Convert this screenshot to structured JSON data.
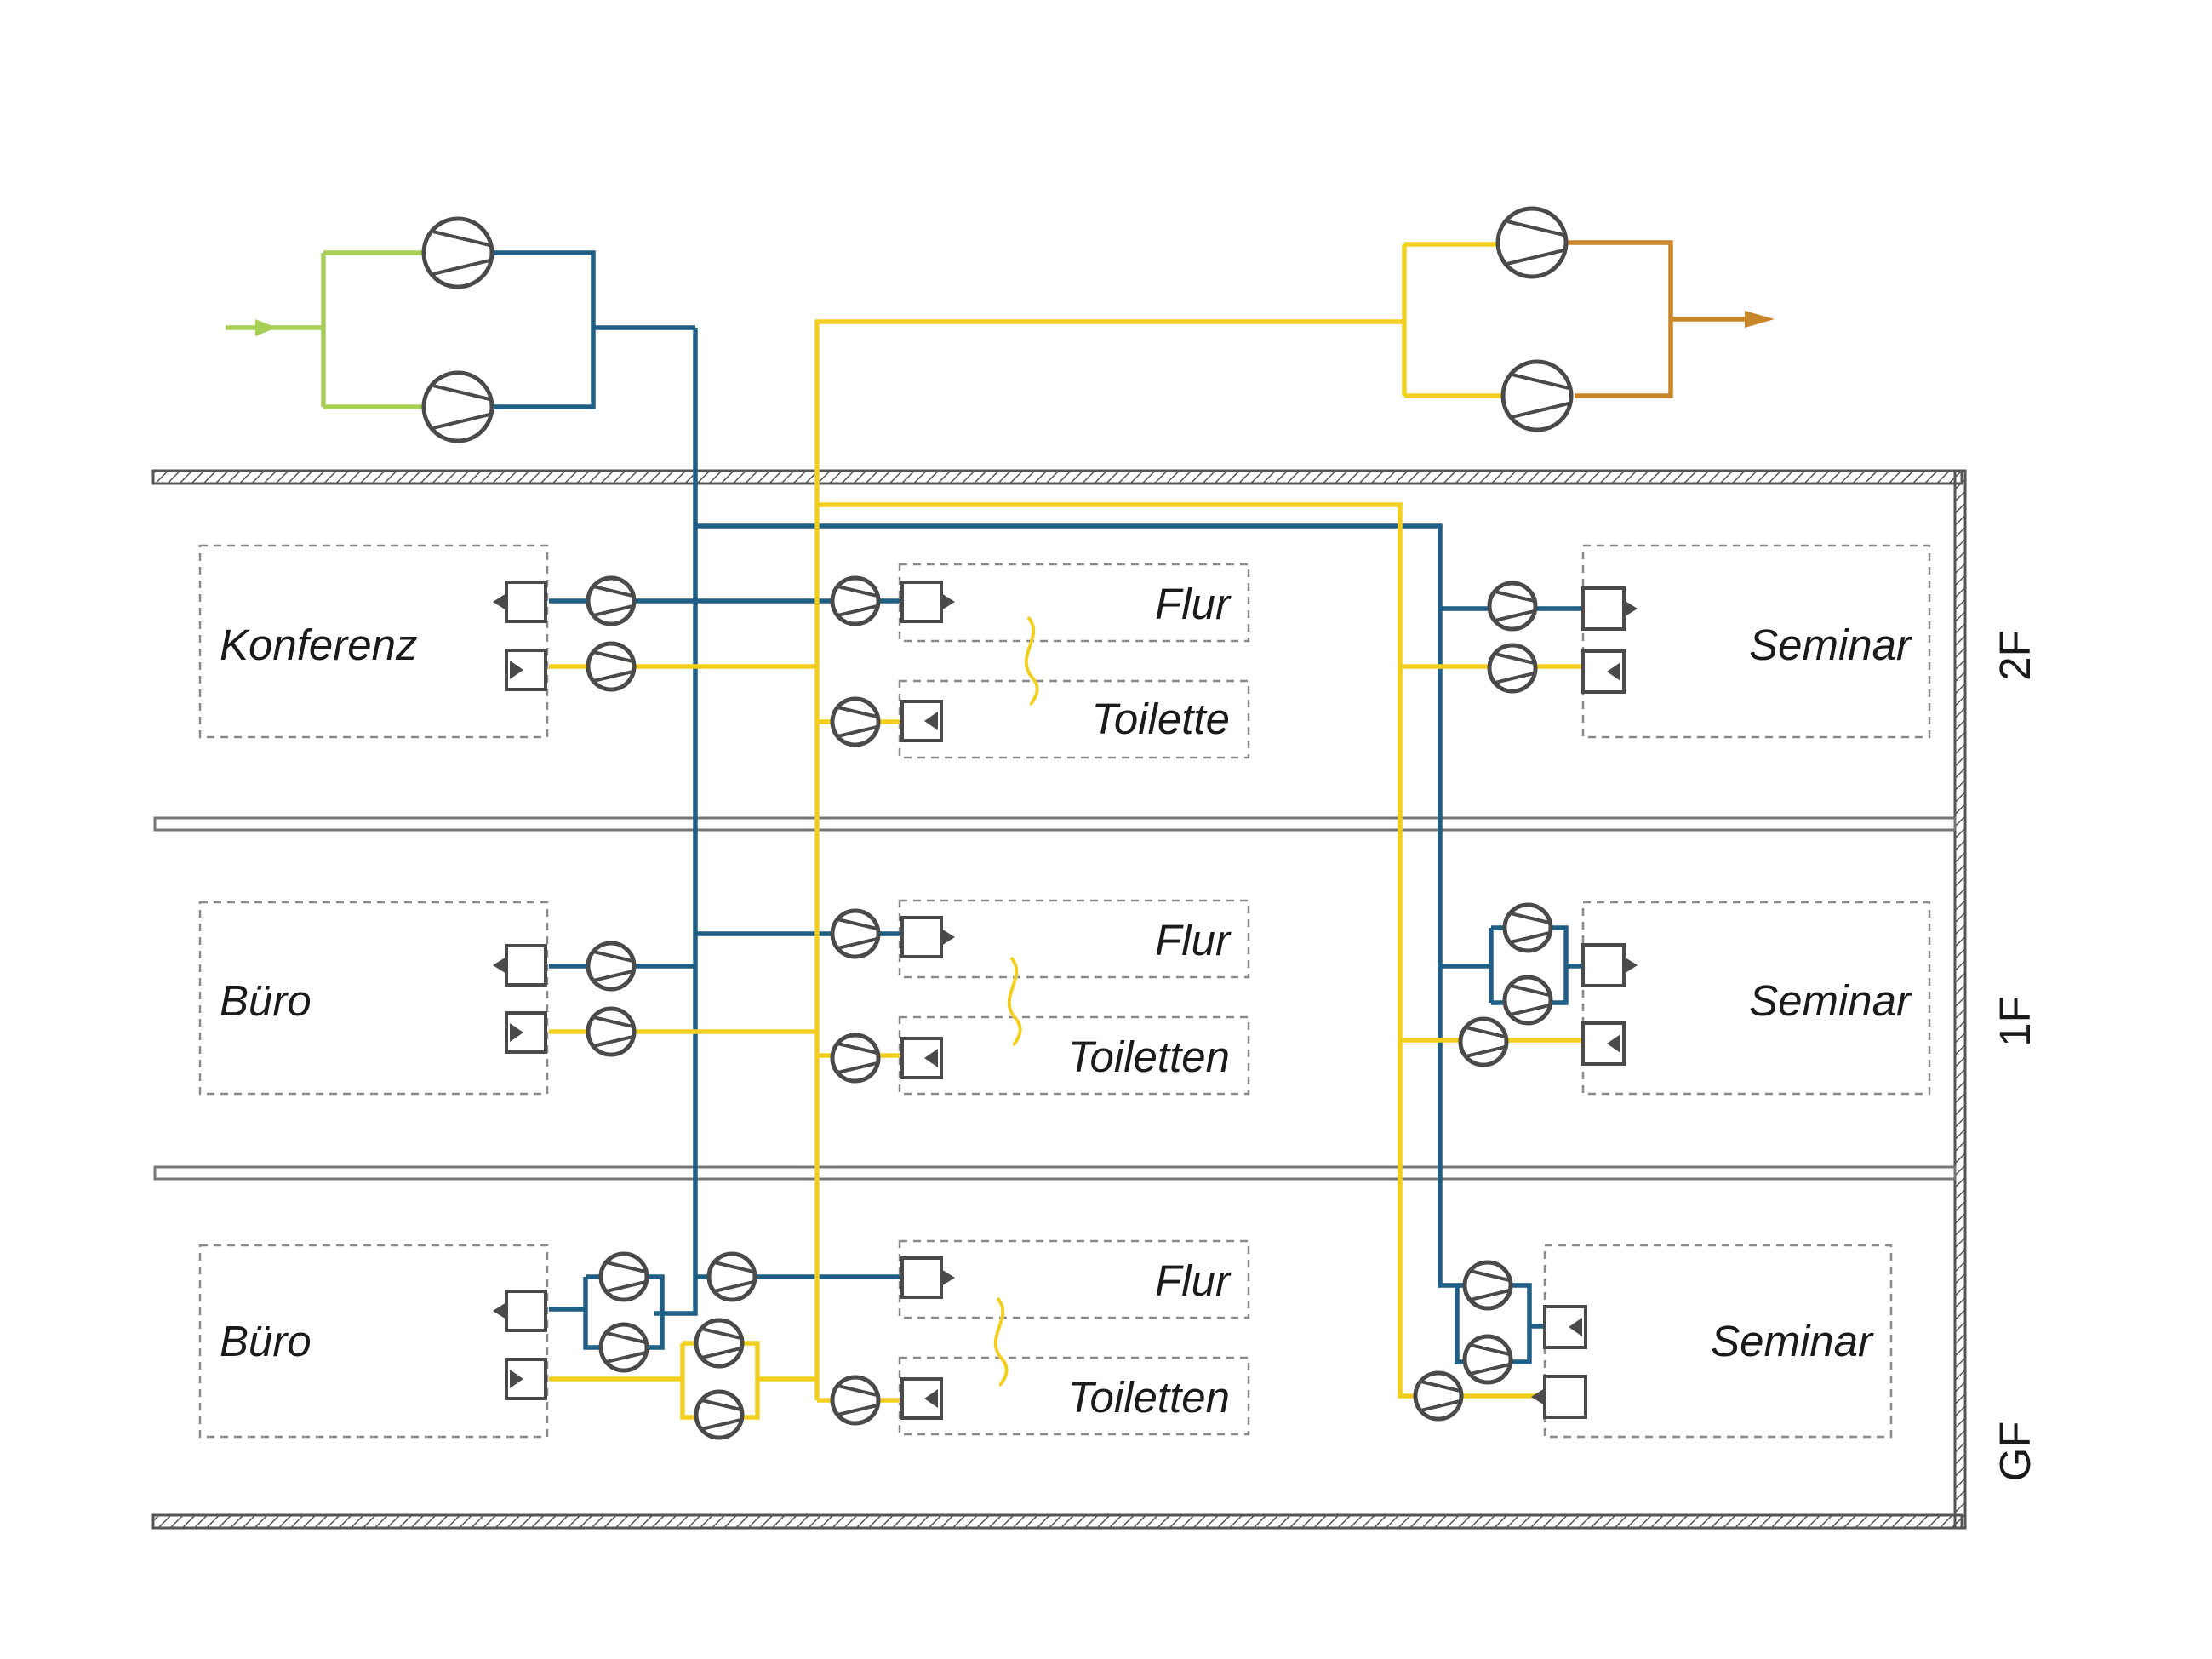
{
  "colors": {
    "outdoor_air": "#a8cf55",
    "supply_air": "#1f5f86",
    "extract_air": "#f2cf1f",
    "exhaust_air": "#c8852a",
    "component": "#4a4a4a",
    "room_border": "#8a8a8a"
  },
  "floors": [
    {
      "label": "2F"
    },
    {
      "label": "1F"
    },
    {
      "label": "GF"
    }
  ],
  "rooms": {
    "f2_left": "Konferenz",
    "f2_mid_top": "Flur",
    "f2_mid_bottom": "Toilette",
    "f2_right": "Seminar",
    "f1_left": "Büro",
    "f1_mid_top": "Flur",
    "f1_mid_bottom": "Toiletten",
    "f1_right": "Seminar",
    "gf_left": "Büro",
    "gf_mid_top": "Flur",
    "gf_mid_bottom": "Toiletten",
    "gf_right": "Seminar"
  },
  "icons": {
    "fan": "fan-icon",
    "supply_terminal": "supply-terminal-icon",
    "extract_terminal": "extract-terminal-icon",
    "overflow": "air-transfer-icon",
    "arrow": "flow-arrow-icon"
  }
}
